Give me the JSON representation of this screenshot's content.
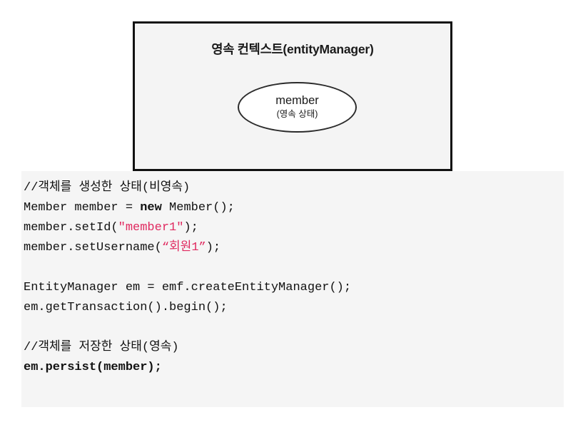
{
  "diagram": {
    "title": "영속 컨텍스트(entityManager)",
    "entity": {
      "name": "member",
      "state": "(영속 상태)"
    },
    "box_fill": "#f4f4f4",
    "box_border": "#111111",
    "ellipse_fill": "#ffffff",
    "ellipse_border": "#2b2b2b"
  },
  "code": {
    "background": "#f5f5f5",
    "string_color": "#e02a60",
    "text_color": "#111111",
    "lines": [
      {
        "id": "line-1-comment-non-persistent",
        "bold": false,
        "segments": [
          {
            "kind": "plain",
            "text": "//객체를 생성한 상태(비영속)"
          }
        ]
      },
      {
        "id": "line-2-new-member",
        "bold": false,
        "segments": [
          {
            "kind": "plain",
            "text": "Member member = "
          },
          {
            "kind": "keyword",
            "text": "new"
          },
          {
            "kind": "plain",
            "text": " Member();"
          }
        ]
      },
      {
        "id": "line-3-set-id",
        "bold": false,
        "segments": [
          {
            "kind": "plain",
            "text": "member.setId("
          },
          {
            "kind": "string",
            "text": "\"member1\""
          },
          {
            "kind": "plain",
            "text": ");"
          }
        ]
      },
      {
        "id": "line-4-set-username",
        "bold": false,
        "segments": [
          {
            "kind": "plain",
            "text": "member.setUsername("
          },
          {
            "kind": "string",
            "text": "“회원1”"
          },
          {
            "kind": "plain",
            "text": ");"
          }
        ]
      },
      {
        "id": "line-5-blank",
        "bold": false,
        "segments": []
      },
      {
        "id": "line-6-create-entity-manager",
        "bold": false,
        "segments": [
          {
            "kind": "plain",
            "text": "EntityManager em = emf.createEntityManager();"
          }
        ]
      },
      {
        "id": "line-7-begin-transaction",
        "bold": false,
        "segments": [
          {
            "kind": "plain",
            "text": "em.getTransaction().begin();"
          }
        ]
      },
      {
        "id": "line-8-blank",
        "bold": false,
        "segments": []
      },
      {
        "id": "line-9-comment-persistent",
        "bold": false,
        "segments": [
          {
            "kind": "plain",
            "text": "//객체를 저장한 상태(영속)"
          }
        ]
      },
      {
        "id": "line-10-persist",
        "bold": true,
        "segments": [
          {
            "kind": "plain",
            "text": "em.persist(member);"
          }
        ]
      }
    ]
  }
}
